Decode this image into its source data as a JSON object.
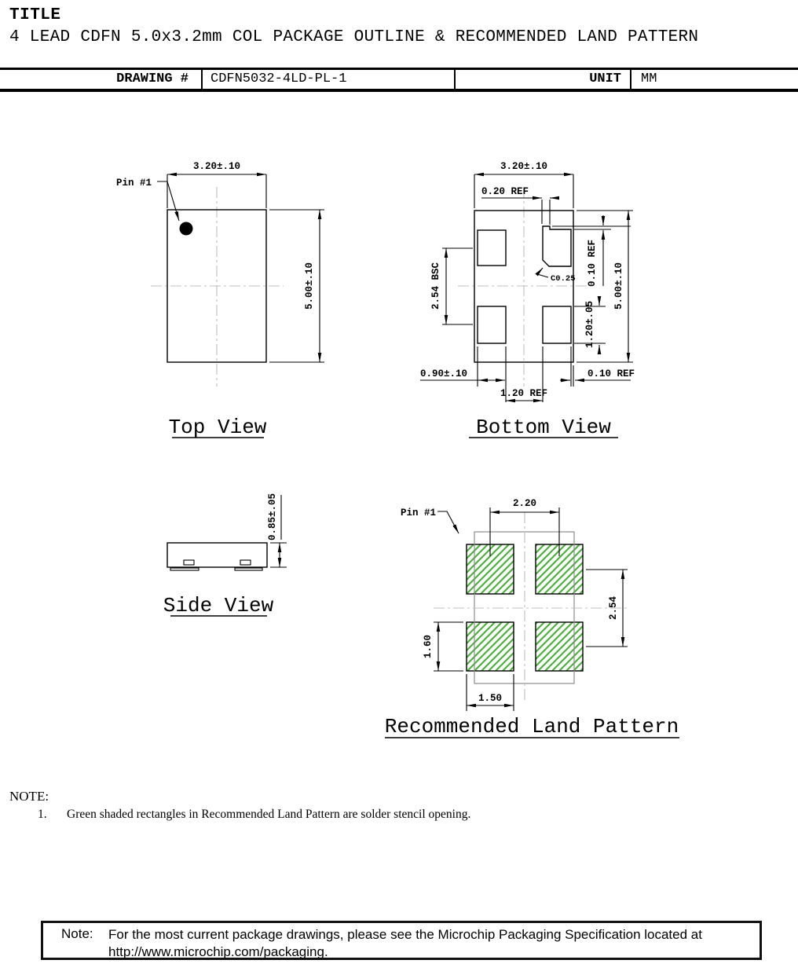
{
  "header": {
    "title_label": "TITLE",
    "title": "4 LEAD CDFN 5.0x3.2mm COL PACKAGE OUTLINE & RECOMMENDED LAND PATTERN",
    "table": {
      "drawing_label": "DRAWING #",
      "drawing_number": "CDFN5032-4LD-PL-1",
      "unit_label": "UNIT",
      "unit_value": "MM"
    }
  },
  "views": {
    "top": {
      "title": "Top View",
      "pin1": "Pin #1",
      "width_dim": "3.20±.10",
      "height_dim": "5.00±.10"
    },
    "bottom": {
      "title": "Bottom View",
      "width_dim": "3.20±.10",
      "height_dim": "5.00±.10",
      "notch_dim": "0.20 REF",
      "step_dim": "0.10 REF",
      "pitch_dim": "2.54 BSC",
      "chamfer_dim": "C0.25",
      "pad_length_dim": "1.20±.05",
      "pad_width_dim": "0.90±.10",
      "pad_gap_dim": "1.20 REF",
      "edge_dim": "0.10 REF"
    },
    "side": {
      "title": "Side View",
      "thickness_dim": "0.85±.05"
    },
    "land_pattern": {
      "title": "Recommended Land Pattern",
      "pin1": "Pin #1",
      "pitch_x_dim": "2.20",
      "pitch_y_dim": "2.54",
      "pad_height_dim": "1.60",
      "pad_width_dim": "1.50"
    }
  },
  "notes": {
    "heading": "NOTE:",
    "items": [
      {
        "number": "1.",
        "text": "Green shaded rectangles in Recommended Land Pattern are solder stencil opening."
      }
    ]
  },
  "footer_note": {
    "label": "Note:",
    "line1": "For the most current package drawings, please see the Microchip Packaging Specification located at",
    "line2": "http://www.microchip.com/packaging."
  },
  "colors": {
    "stencil_green": "#4fae3f",
    "centerline_gray": "#c0c0c0",
    "package_outline_gray": "#8c8c8c",
    "line_black": "#000000"
  }
}
